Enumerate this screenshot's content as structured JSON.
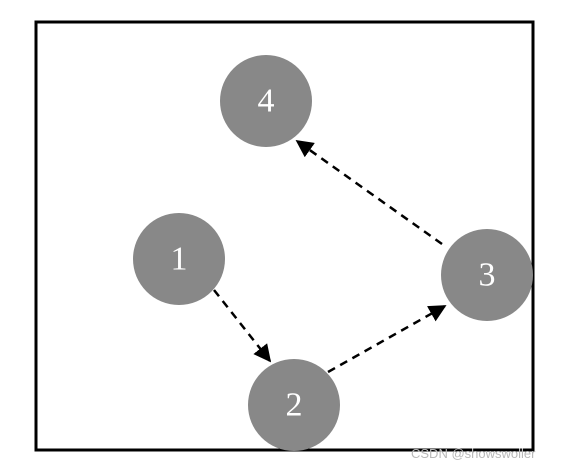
{
  "diagram": {
    "nodes": [
      {
        "id": "node-4",
        "label": "4"
      },
      {
        "id": "node-1",
        "label": "1"
      },
      {
        "id": "node-3",
        "label": "3"
      },
      {
        "id": "node-2",
        "label": "2"
      }
    ],
    "edges": [
      {
        "from": "1",
        "to": "2",
        "style": "dashed"
      },
      {
        "from": "2",
        "to": "3",
        "style": "dashed"
      },
      {
        "from": "3",
        "to": "4",
        "style": "dashed"
      }
    ],
    "colors": {
      "node_fill": "#888888",
      "node_text": "#ffffff",
      "edge": "#000000",
      "frame": "#000000"
    }
  },
  "watermark": "CSDN @showswoller"
}
